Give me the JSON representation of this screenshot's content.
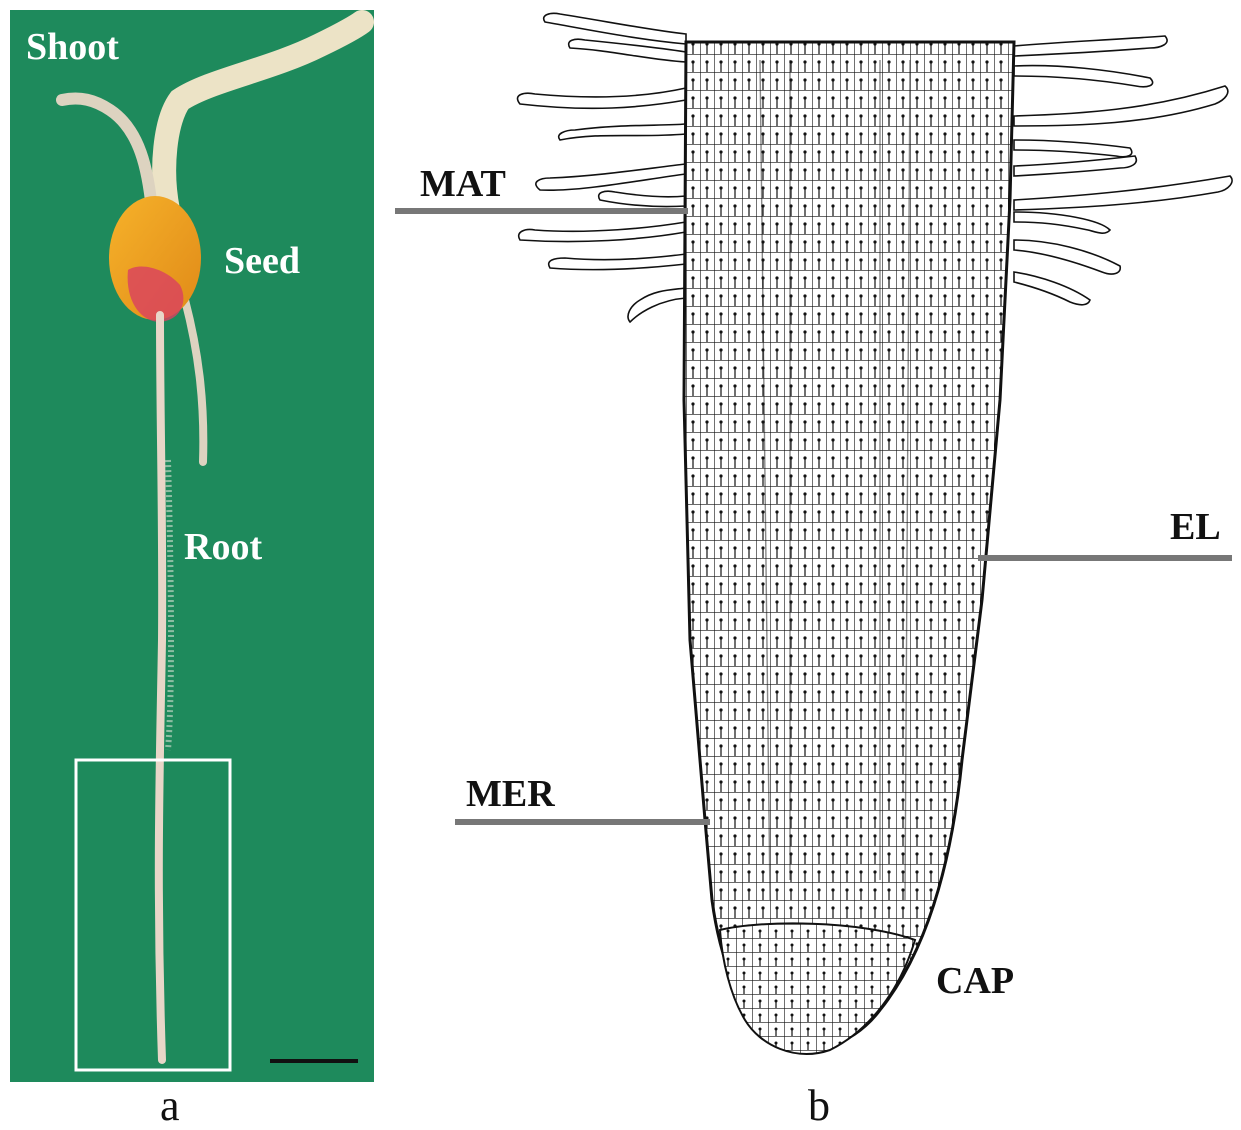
{
  "panel_a": {
    "letter": "a",
    "labels": {
      "shoot": "Shoot",
      "seed": "Seed",
      "root": "Root"
    },
    "background_color": "#1e8a5c",
    "seed_color": "#f0a020",
    "root_color": "#e8d6c8"
  },
  "panel_b": {
    "letter": "b",
    "labels": {
      "mat": "MAT",
      "el": "EL",
      "mer": "MER",
      "cap": "CAP"
    },
    "leader_line_color": "#777777"
  }
}
